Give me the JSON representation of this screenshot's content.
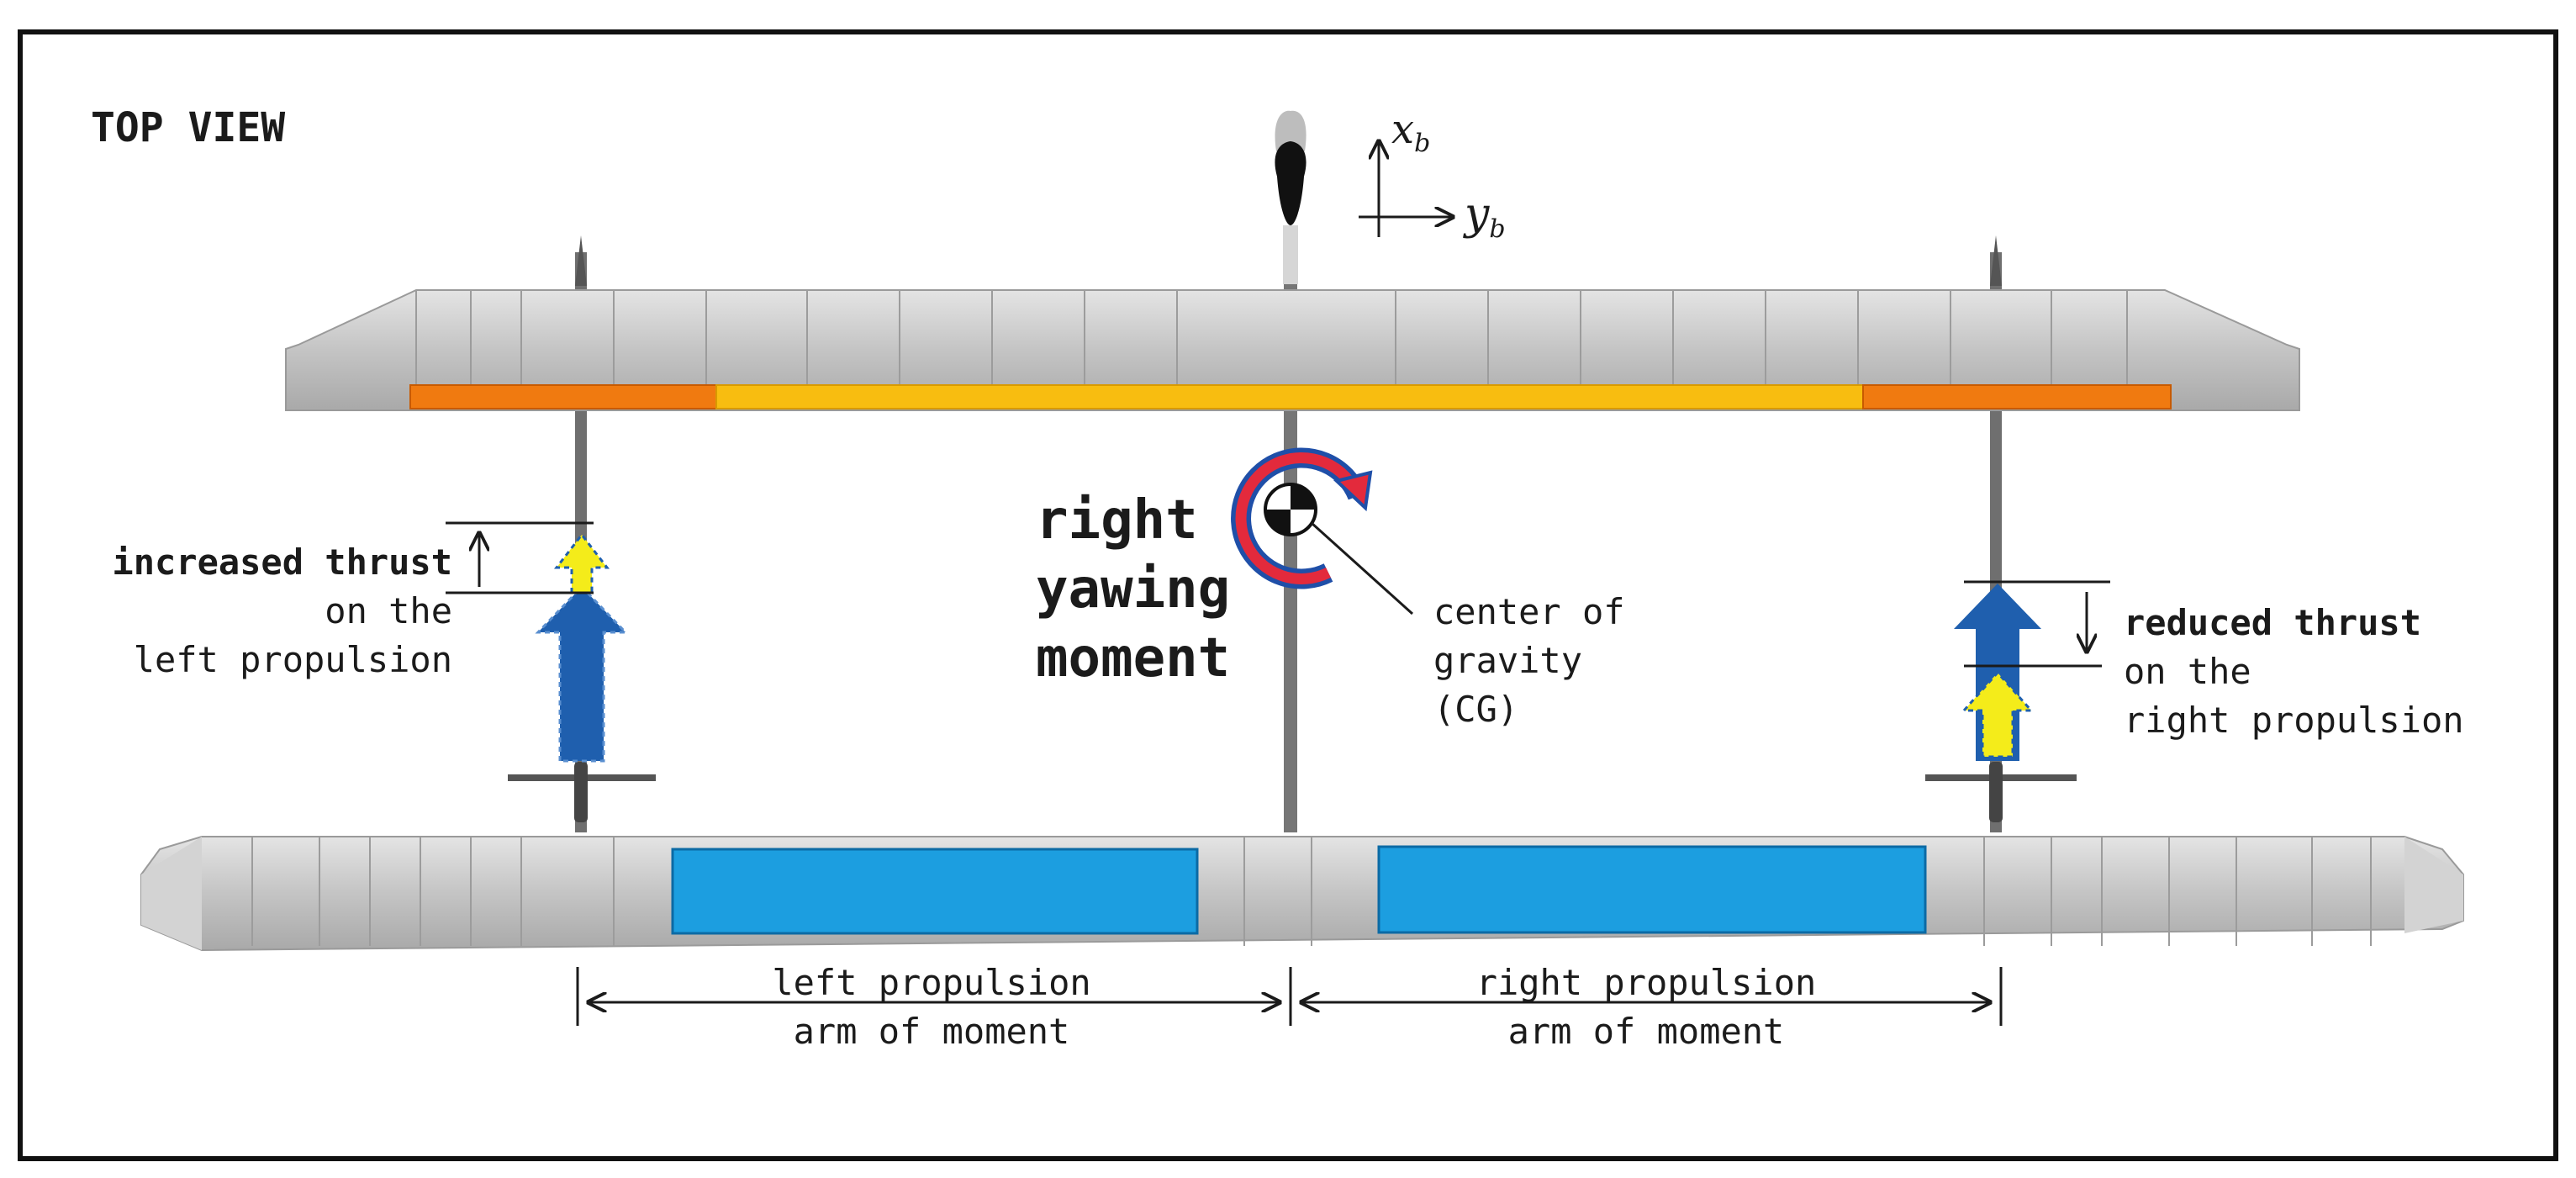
{
  "view_label": "TOP VIEW",
  "axes": {
    "x": "x",
    "x_sub": "b",
    "y": "y",
    "y_sub": "b"
  },
  "moment": {
    "line1": "right",
    "line2": "yawing",
    "line3": "moment"
  },
  "cg": {
    "line1": "center of",
    "line2": "gravity",
    "line3": "(CG)"
  },
  "left_thrust": {
    "bold": "increased thrust",
    "line2": "on the",
    "line3": "left propulsion"
  },
  "right_thrust": {
    "bold": "reduced thrust",
    "line2": "on the",
    "line3": "right propulsion"
  },
  "left_arm": {
    "line1": "left propulsion",
    "line2": "arm of moment"
  },
  "right_arm": {
    "line1": "right propulsion",
    "line2": "arm of moment"
  },
  "colors": {
    "wing_gray": "#bdbdbd",
    "strip_orange": "#f07a10",
    "strip_yellow": "#f8bd10",
    "panel_blue": "#1c9ee0",
    "thrust_blue": "#1f5fae",
    "thrust_yellow": "#f4ec1a",
    "moment_red": "#e32a3c",
    "moment_blue": "#1f4fa8"
  }
}
